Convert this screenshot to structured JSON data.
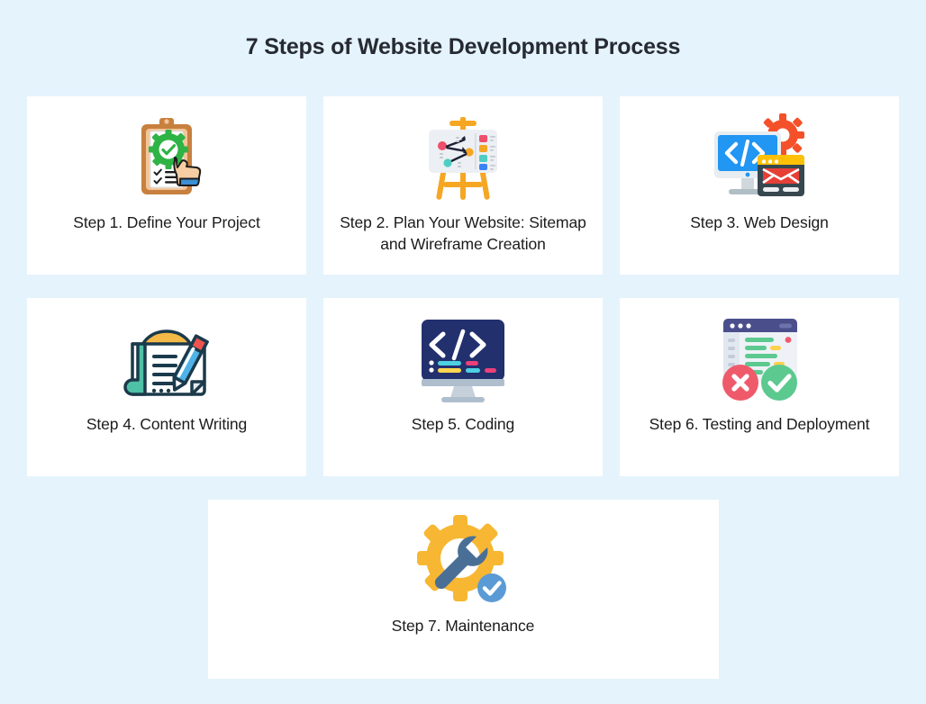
{
  "page": {
    "title": "7 Steps of Website Development Process",
    "background_color": "#e5f3fc",
    "card_color": "#ffffff",
    "title_color": "#262a33"
  },
  "steps": [
    {
      "label": "Step 1. Define Your Project",
      "icon": "clipboard-gear-hand-icon",
      "colors": [
        "#f4c08a",
        "#a06a3c",
        "#2fb344",
        "#ffffff",
        "#f7cda3",
        "#3b8fd4"
      ]
    },
    {
      "label": "Step 2. Plan Your Website: Sitemap and Wireframe Creation",
      "icon": "easel-sitemap-icon",
      "colors": [
        "#f5a623",
        "#ef4f6b",
        "#f7b733",
        "#4ecdc4",
        "#3b82f6",
        "#eceff3"
      ]
    },
    {
      "label": "Step 3. Web Design",
      "icon": "monitor-code-gear-browser-icon",
      "colors": [
        "#2196f3",
        "#f44a23",
        "#ffc107",
        "#e63f36",
        "#37474f",
        "#cfd8dc"
      ]
    },
    {
      "label": "Step 4. Content Writing",
      "icon": "document-pencil-icon",
      "colors": [
        "#f5b947",
        "#4fc1a6",
        "#4fb3e8",
        "#ef5350",
        "#1b3a4b",
        "#ffffff"
      ]
    },
    {
      "label": "Step 5. Coding",
      "icon": "monitor-code-lines-icon",
      "colors": [
        "#22306e",
        "#4dd0e1",
        "#ec407a",
        "#ffd54f",
        "#aebecd",
        "#ffffff"
      ]
    },
    {
      "label": "Step 6. Testing and Deployment",
      "icon": "browser-check-cross-icon",
      "colors": [
        "#4a4f8c",
        "#5cc98f",
        "#ef5a6b",
        "#ffd04d",
        "#eef2f7",
        "#ffffff"
      ]
    },
    {
      "label": "Step 7. Maintenance",
      "icon": "gear-wrench-check-icon",
      "colors": [
        "#f7b733",
        "#4a6f96",
        "#5b9bd5",
        "#ffffff"
      ]
    }
  ]
}
